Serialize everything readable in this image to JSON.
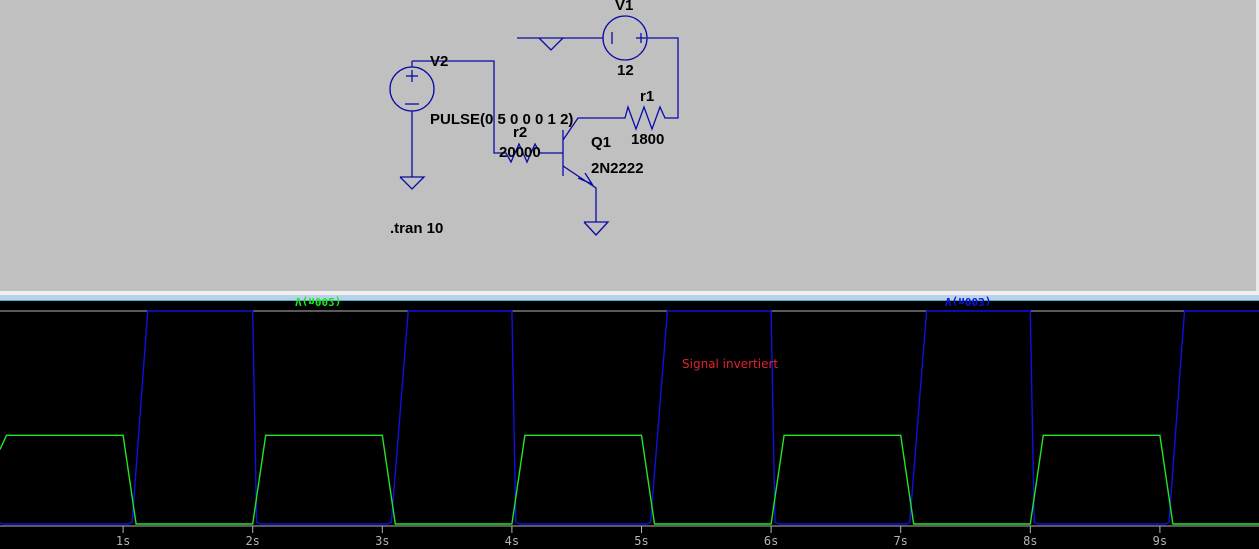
{
  "schematic": {
    "components": {
      "v1": {
        "name": "V1",
        "value": "12"
      },
      "v2": {
        "name": "V2",
        "value": "PULSE(0 5 0 0 0 1 2)"
      },
      "r1": {
        "name": "r1",
        "value": "1800"
      },
      "r2": {
        "name": "r2",
        "value": "20000"
      },
      "q1": {
        "name": "Q1",
        "value": "2N2222"
      }
    },
    "directive": ".tran 10"
  },
  "plot": {
    "annotation": "Signal invertiert",
    "annotation_color": "#e0242c",
    "background": "#000000",
    "axis_color": "#b4b4b4"
  },
  "chart_data": {
    "type": "line",
    "title": "",
    "xlabel": "",
    "ylabel": "",
    "xlim": [
      0.05,
      9.77
    ],
    "ylim": [
      0,
      12
    ],
    "x_ticks": [
      "1s",
      "2s",
      "3s",
      "4s",
      "5s",
      "6s",
      "7s",
      "8s",
      "9s"
    ],
    "x_tick_values": [
      1,
      2,
      3,
      4,
      5,
      6,
      7,
      8,
      9
    ],
    "grid": false,
    "series": [
      {
        "name": "V(n002)",
        "color": "#22e622",
        "x": [
          0.05,
          0.1,
          1.0,
          1.1,
          2.0,
          2.1,
          3.0,
          3.1,
          4.0,
          4.1,
          5.0,
          5.1,
          6.0,
          6.1,
          7.0,
          7.1,
          8.0,
          8.1,
          9.0,
          9.1,
          9.77
        ],
        "y": [
          4.2,
          5,
          5,
          0,
          0,
          5,
          5,
          0,
          0,
          5,
          5,
          0,
          0,
          5,
          5,
          0,
          0,
          5,
          5,
          0,
          0
        ]
      },
      {
        "name": "V(n003)",
        "color": "#1010e0",
        "x": [
          0.05,
          0.08,
          1.04,
          1.07,
          1.19,
          2.0,
          2.03,
          2.06,
          3.04,
          3.07,
          3.2,
          4.0,
          4.03,
          4.06,
          5.04,
          5.07,
          5.2,
          6.0,
          6.03,
          6.06,
          7.04,
          7.07,
          7.2,
          8.0,
          8.03,
          8.06,
          9.04,
          9.07,
          9.19,
          9.77
        ],
        "y": [
          0.05,
          0,
          0,
          0.1,
          12,
          12,
          0.1,
          0,
          0,
          0.1,
          12,
          12,
          0.1,
          0,
          0,
          0.1,
          12,
          12,
          0.1,
          0,
          0,
          0.1,
          12,
          12,
          0.1,
          0,
          0,
          0.1,
          12,
          12
        ]
      }
    ]
  }
}
